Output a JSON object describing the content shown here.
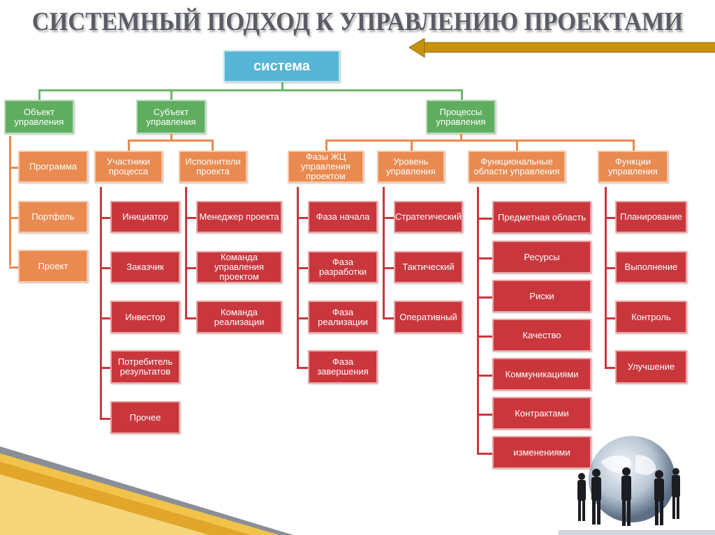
{
  "title": "СИСТЕМНЫЙ ПОДХОД К УПРАВЛЕНИЮ ПРОЕКТАМИ",
  "root": "система",
  "level1": [
    "Объект управления",
    "Субъект управления",
    "Процессы управления"
  ],
  "object_items": [
    "Программа",
    "Портфель",
    "Проект"
  ],
  "subject_groups": [
    {
      "label": "Участники процесса",
      "items": [
        "Инициатор",
        "Заказчик",
        "Инвестор",
        "Потребитель результатов",
        "Прочее"
      ]
    },
    {
      "label": "Исполнители проекта",
      "items": [
        "Менеджер проекта",
        "Команда управления проектом",
        "Команда реализации"
      ]
    }
  ],
  "process_groups": [
    {
      "label": "Фазы ЖЦ управления проектом",
      "items": [
        "Фаза начала",
        "Фаза разработки",
        "Фаза реализации",
        "Фаза завершения"
      ]
    },
    {
      "label": "Уровень управления",
      "items": [
        "Стратегический",
        "Тактический",
        "Оперативный"
      ]
    },
    {
      "label": "Функциональные области управления",
      "items": [
        "Предметная область",
        "Ресурсы",
        "Риски",
        "Качество",
        "Коммуникациями",
        "Контрактами",
        "изменениями"
      ]
    },
    {
      "label": "Функции управления",
      "items": [
        "Планирование",
        "Выполнение",
        "Контроль",
        "Улучшение"
      ]
    }
  ],
  "colors": {
    "root": "#57b5d6",
    "level1": "#5fae5f",
    "level2": "#e98a50",
    "level3": "#c9373d",
    "arrow": "#c8920a",
    "title": "#5a5c66"
  }
}
